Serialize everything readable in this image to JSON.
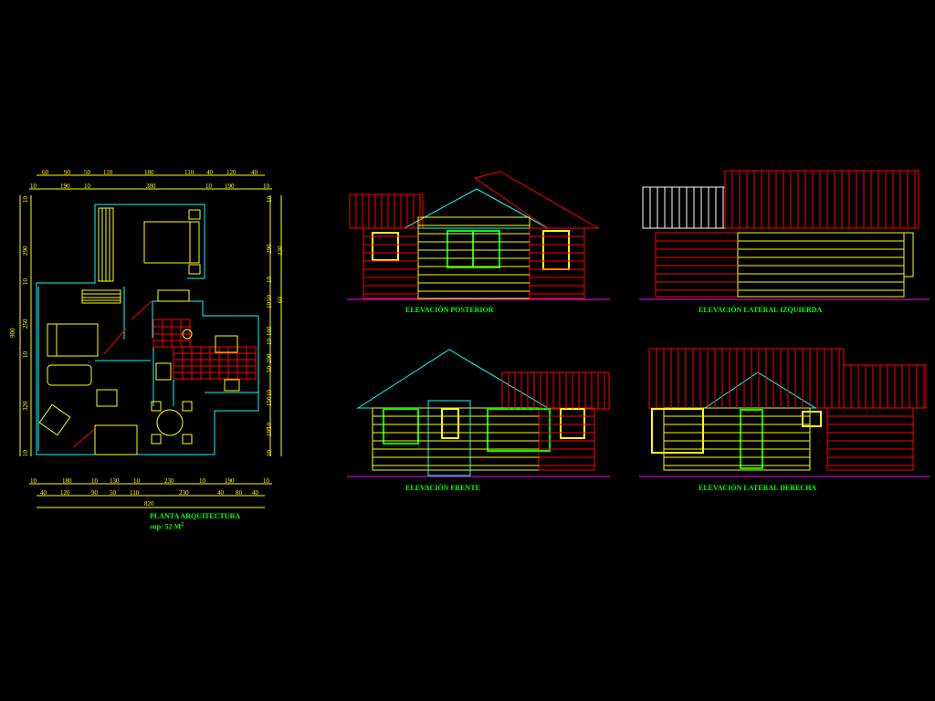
{
  "colors": {
    "background": "#000000",
    "wall": "#00ffff",
    "roof": "#ff0000",
    "siding": "#ffff00",
    "window_green": "#00ff00",
    "ground": "#ff00ff",
    "label": "#00ff00",
    "dimension": "#ffff00"
  },
  "plan": {
    "title": "PLANTA ARQUITECTURA",
    "sup_label": "sup: 52 M",
    "sup_exp": "2",
    "dims_top_1": [
      "60",
      "90",
      "50",
      "110",
      "180",
      "110",
      "40",
      "120",
      "40"
    ],
    "dims_top_2": [
      "10",
      "190",
      "10",
      "380",
      "10",
      "190",
      "10"
    ],
    "dims_bottom_1": [
      "10",
      "180",
      "10",
      "130",
      "10",
      "230",
      "10",
      "190",
      "10"
    ],
    "dims_bottom_2": [
      "40",
      "120",
      "90",
      "50",
      "110",
      "230",
      "40",
      "80",
      "40"
    ],
    "dims_bottom_total": "820",
    "dims_left_1": [
      "10",
      "290",
      "10",
      "250",
      "10",
      "320",
      "10"
    ],
    "dims_left_total": "900",
    "dims_right_1": [
      "10",
      "290",
      "10",
      "50",
      "10",
      "160",
      "10",
      "200",
      "50",
      "10",
      "150",
      "10",
      "195",
      "10"
    ],
    "dims_right_2": [
      "330",
      "60"
    ]
  },
  "elevations": {
    "posterior": "ELEVACIÓN POSTERIOR",
    "izquierda": "ELEVACIÓN LATERAL IZQUIERDA",
    "frente": "ELEVACIÓN FRENTE",
    "derecha": "ELEVACIÓN LATERAL DERECHA"
  }
}
